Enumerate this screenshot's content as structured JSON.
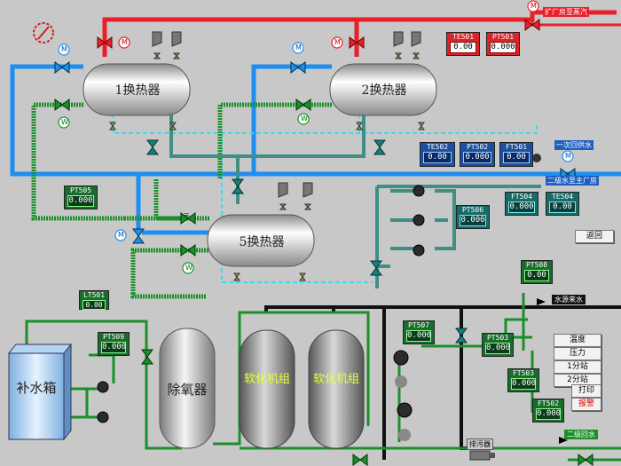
{
  "exchangers": {
    "hx1": "1换热器",
    "hx2": "2换热器",
    "hx5": "5换热器"
  },
  "tanks": {
    "makeup": "补水箱",
    "deaerator": "除氧器",
    "softener1": "软化机组",
    "softener2": "软化机组"
  },
  "pipe_labels": {
    "steam_top": "扩厂房至蒸汽",
    "primary_return": "一次回供水",
    "sec_supply": "二级水至主厂房",
    "water_source": "水源来水",
    "secondary_bottom": "二级回水",
    "blowdown": "排污器"
  },
  "instruments": {
    "te501": {
      "tag": "TE501",
      "value": "0.00"
    },
    "pt501_top": {
      "tag": "PT501",
      "value": "0.000"
    },
    "te502": {
      "tag": "TE502",
      "value": "0.00"
    },
    "pt502": {
      "tag": "PT502",
      "value": "0.000"
    },
    "ft501": {
      "tag": "FT501",
      "value": "0.00"
    },
    "pt505": {
      "tag": "PT505",
      "value": "0.000"
    },
    "ft504": {
      "tag": "FT504",
      "value": "0.000"
    },
    "te504": {
      "tag": "TE504",
      "value": "0.00"
    },
    "pt506": {
      "tag": "PT506",
      "value": "0.000"
    },
    "pt508": {
      "tag": "PT508",
      "value": "0.00"
    },
    "lt501": {
      "tag": "LT501",
      "value": "0.00"
    },
    "pt509": {
      "tag": "PT509",
      "value": "0.000"
    },
    "pt507": {
      "tag": "PT507",
      "value": "0.000"
    },
    "ft503": {
      "tag": "FT503",
      "value": "0.000"
    },
    "ft502": {
      "tag": "FT502",
      "value": "0.000"
    },
    "pt503": {
      "tag": "PT503",
      "value": "0.000"
    }
  },
  "menu": {
    "back": "返回",
    "items": [
      "温度",
      "压力",
      "1分站",
      "2分站"
    ],
    "print": "打印",
    "alarm": "报警"
  },
  "valve_letters": {
    "m": "M",
    "w": "W"
  },
  "colors": {
    "steam": "#e8202a",
    "primary": "#1e8ef0",
    "secondary": "#1a8f2a",
    "return_dash": "#30e0f0",
    "teal_pipe": "#3f8f86",
    "black_pipe": "#111111"
  }
}
